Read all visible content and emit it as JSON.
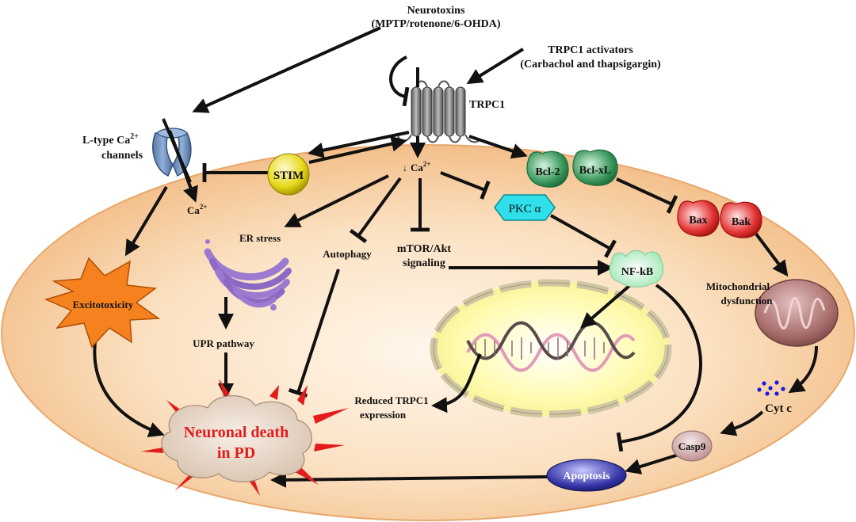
{
  "labels": {
    "neurotoxins": "Neurotoxins",
    "neurotoxins_sub": "(MPTP/rotenone/6-OHDA)",
    "trpc1_activators": "TRPC1 activators",
    "trpc1_activators_sub": "(Carbachol and thapsigargin)",
    "trpc1": "TRPC1",
    "l_type_a": "L-type Ca",
    "l_type_sup": "2+",
    "l_type_b": "channels",
    "stim": "STIM",
    "ca_center": "Ca",
    "ca_center_sup": "2+",
    "ca_center_arrow": "↓",
    "ca_left": "Ca",
    "ca_left_sup": "2+",
    "bcl2": "Bcl-2",
    "bclxl": "Bcl-xL",
    "bax": "Bax",
    "bak": "Bak",
    "pkc": "PKC α",
    "er_stress": "ER stress",
    "autophagy": "Autophagy",
    "mtor_a": "mTOR/Akt",
    "mtor_b": "signaling",
    "nfkb": "NF-kB",
    "mito_a": "Mitochondrial",
    "mito_b": "dysfunction",
    "excitotoxicity": "Excitotoxicity",
    "upr": "UPR pathway",
    "reduced_a": "Reduced TRPC1",
    "reduced_b": "expression",
    "cytc": "Cyt c",
    "casp9": "Casp9",
    "apoptosis": "Apoptosis",
    "death_a": "Neuronal death",
    "death_b": "in PD"
  },
  "colors": {
    "cell_fill": "#f7c898",
    "stim": "#e6d81a",
    "bcl": "#3c9a5e",
    "bax": "#e43434",
    "pkc": "#2fe0ea",
    "nfkb": "#b8f0c8",
    "excitotoxicity": "#f5821f",
    "er": "#9b7ad0",
    "mito": "#a86d6b",
    "apoptosis": "#3535a8",
    "casp9": "#c99f9f",
    "death_text": "#e31b1b",
    "nucleus": "#fffcc0"
  }
}
